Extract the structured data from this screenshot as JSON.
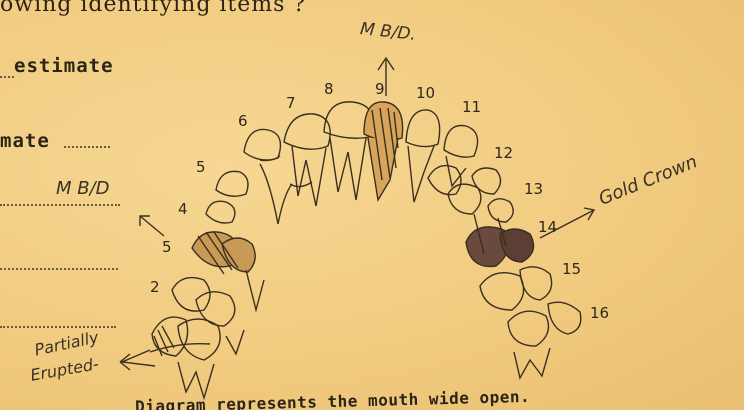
{
  "form": {
    "header_fragment": "owing identifying items ?",
    "estimate_line_1": "estimate",
    "estimate_line_2": "mate",
    "caption": "Diagram represents the mouth wide open."
  },
  "annotations": {
    "top_note": "M B/D.",
    "left_field_note": "M B/D",
    "gold_crown": "Gold Crown",
    "partially_erupted_1": "Partially",
    "partially_erupted_2": "Erupted-"
  },
  "tooth_numbers": [
    "2",
    "4",
    "5",
    "5",
    "6",
    "7",
    "8",
    "9",
    "10",
    "11",
    "12",
    "13",
    "14",
    "15",
    "16"
  ]
}
